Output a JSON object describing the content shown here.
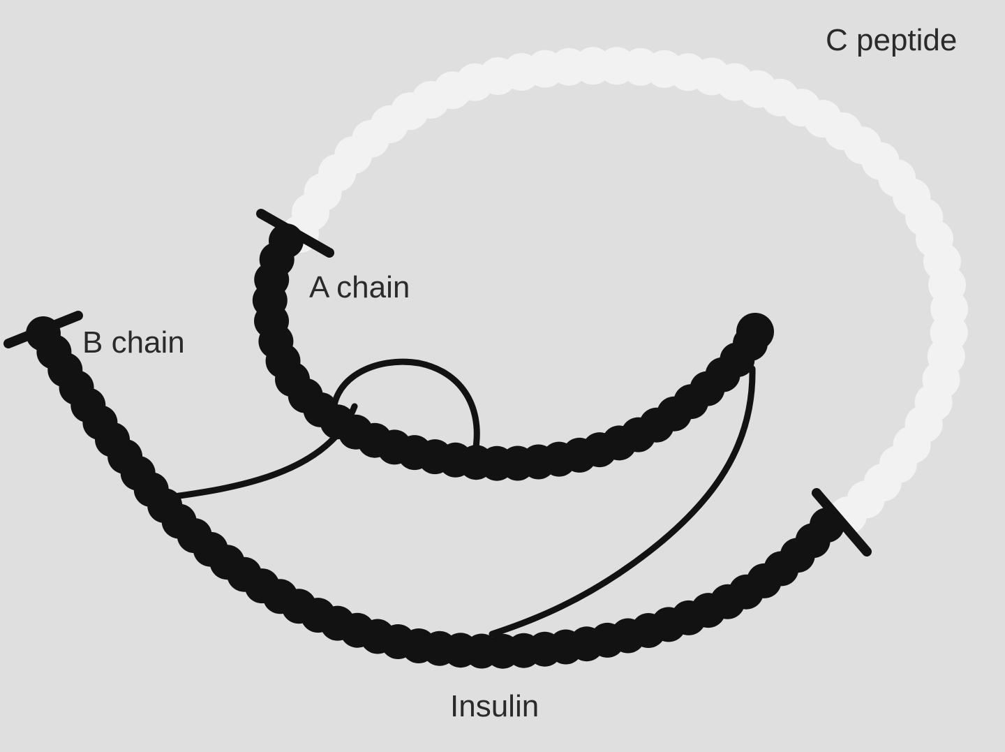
{
  "labels": {
    "c_peptide": "C peptide",
    "a_chain": "A chain",
    "b_chain": "B chain",
    "insulin": "Insulin"
  },
  "colors": {
    "background": "#dfdfdf",
    "insulin_chains": "#121212",
    "c_peptide": "#f2f2f2"
  }
}
